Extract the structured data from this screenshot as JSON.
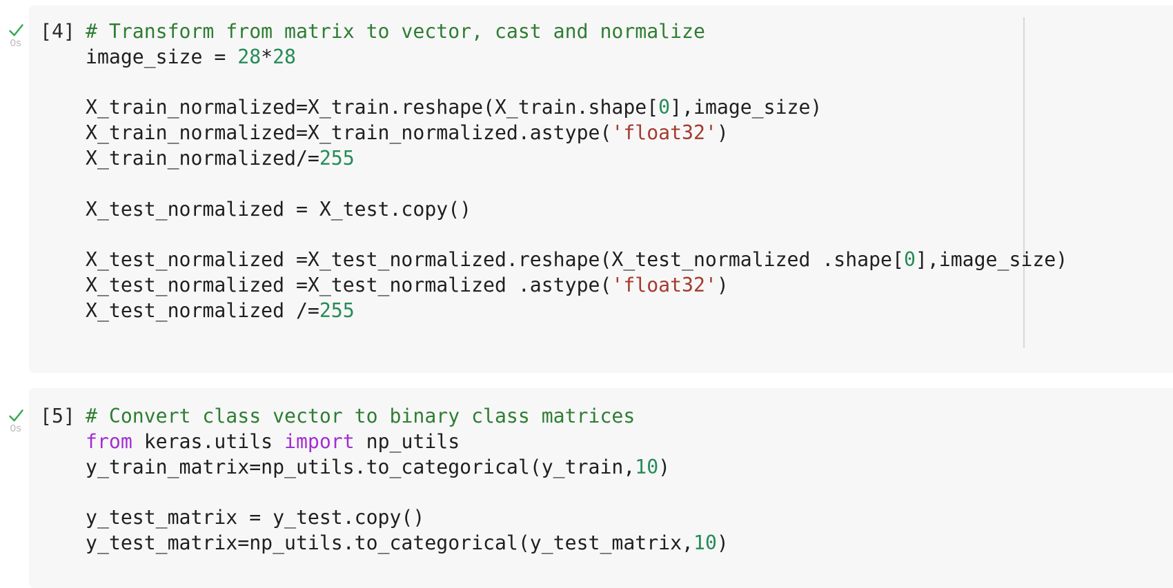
{
  "colors": {
    "cell_background": "#f7f7f7",
    "code_text": "#1f1f1f",
    "comment": "#2e7d32",
    "number": "#258b57",
    "string": "#a43a2e",
    "keyword": "#a32dd4",
    "check": "#34a853",
    "duration_text": "#b9b9b9",
    "exec_text": "#2b2b2b",
    "ruler": "#d8d8d8"
  },
  "cells": [
    {
      "execution_label": "[4]",
      "duration": "0s",
      "status_icon": "check-icon",
      "code_lines": [
        [
          {
            "t": "# Transform from matrix to vector, cast and normalize",
            "s": "comment"
          }
        ],
        [
          {
            "t": "image_size = ",
            "s": "plain"
          },
          {
            "t": "28",
            "s": "number"
          },
          {
            "t": "*",
            "s": "plain"
          },
          {
            "t": "28",
            "s": "number"
          }
        ],
        [],
        [
          {
            "t": "X_train_normalized=X_train.reshape(X_train.shape[",
            "s": "plain"
          },
          {
            "t": "0",
            "s": "number"
          },
          {
            "t": "],image_size)",
            "s": "plain"
          }
        ],
        [
          {
            "t": "X_train_normalized=X_train_normalized.astype(",
            "s": "plain"
          },
          {
            "t": "'float32'",
            "s": "string"
          },
          {
            "t": ")",
            "s": "plain"
          }
        ],
        [
          {
            "t": "X_train_normalized/=",
            "s": "plain"
          },
          {
            "t": "255",
            "s": "number"
          }
        ],
        [],
        [
          {
            "t": "X_test_normalized = X_test.copy()",
            "s": "plain"
          }
        ],
        [],
        [
          {
            "t": "X_test_normalized =X_test_normalized.reshape(X_test_normalized .shape[",
            "s": "plain"
          },
          {
            "t": "0",
            "s": "number"
          },
          {
            "t": "],image_size)",
            "s": "plain"
          }
        ],
        [
          {
            "t": "X_test_normalized =X_test_normalized .astype(",
            "s": "plain"
          },
          {
            "t": "'float32'",
            "s": "string"
          },
          {
            "t": ")",
            "s": "plain"
          }
        ],
        [
          {
            "t": "X_test_normalized /=",
            "s": "plain"
          },
          {
            "t": "255",
            "s": "number"
          }
        ]
      ]
    },
    {
      "execution_label": "[5]",
      "duration": "0s",
      "status_icon": "check-icon",
      "code_lines": [
        [
          {
            "t": "# Convert class vector to binary class matrices",
            "s": "comment"
          }
        ],
        [
          {
            "t": "from",
            "s": "keyword"
          },
          {
            "t": " keras.utils ",
            "s": "plain"
          },
          {
            "t": "import",
            "s": "keyword"
          },
          {
            "t": " np_utils",
            "s": "plain"
          }
        ],
        [
          {
            "t": "y_train_matrix=np_utils.to_categorical(y_train,",
            "s": "plain"
          },
          {
            "t": "10",
            "s": "number"
          },
          {
            "t": ")",
            "s": "plain"
          }
        ],
        [],
        [
          {
            "t": "y_test_matrix = y_test.copy()",
            "s": "plain"
          }
        ],
        [
          {
            "t": "y_test_matrix=np_utils.to_categorical(y_test_matrix,",
            "s": "plain"
          },
          {
            "t": "10",
            "s": "number"
          },
          {
            "t": ")",
            "s": "plain"
          }
        ]
      ]
    }
  ]
}
